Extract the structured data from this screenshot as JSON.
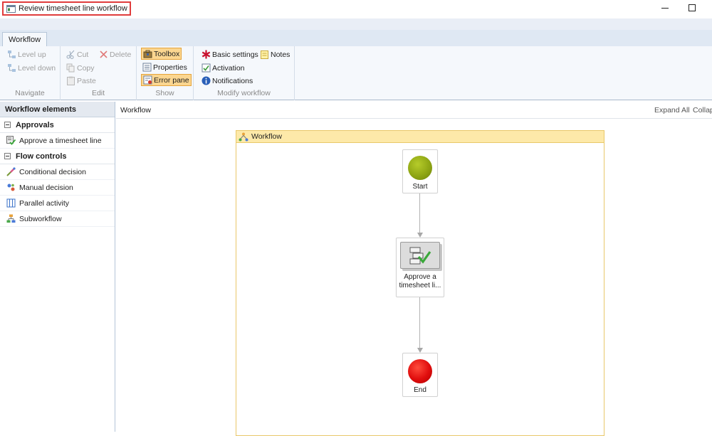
{
  "window": {
    "title": "Review timesheet line workflow",
    "minimize_glyph": "—",
    "maximize_glyph": "☐"
  },
  "tabs": [
    {
      "label": "Workflow",
      "selected": true
    }
  ],
  "ribbon": {
    "navigate": {
      "label": "Navigate",
      "level_up": "Level up",
      "level_down": "Level down"
    },
    "edit": {
      "label": "Edit",
      "cut": "Cut",
      "delete": "Delete",
      "copy": "Copy",
      "paste": "Paste"
    },
    "show": {
      "label": "Show",
      "toolbox": "Toolbox",
      "properties": "Properties",
      "error_pane": "Error pane"
    },
    "modify": {
      "label": "Modify workflow",
      "basic_settings": "Basic settings",
      "notes": "Notes",
      "activation": "Activation",
      "notifications": "Notifications"
    }
  },
  "sidebar": {
    "header": "Workflow elements",
    "sections": [
      {
        "title": "Approvals",
        "items": [
          "Approve a timesheet line"
        ]
      },
      {
        "title": "Flow controls",
        "items": [
          "Conditional decision",
          "Manual decision",
          "Parallel activity",
          "Subworkflow"
        ]
      }
    ]
  },
  "canvas": {
    "breadcrumb": "Workflow",
    "expand_all": "Expand All",
    "collapse_all": "Collapse All",
    "container_title": "Workflow",
    "start_label": "Start",
    "task_label_line1": "Approve a",
    "task_label_line2": "timesheet li...",
    "end_label": "End"
  },
  "colors": {
    "accent_highlight": "#fbd690",
    "container_header": "#fde9a9",
    "start_green": "#8fa614",
    "end_red": "#e00d0d",
    "title_outline": "#e03c3c"
  }
}
